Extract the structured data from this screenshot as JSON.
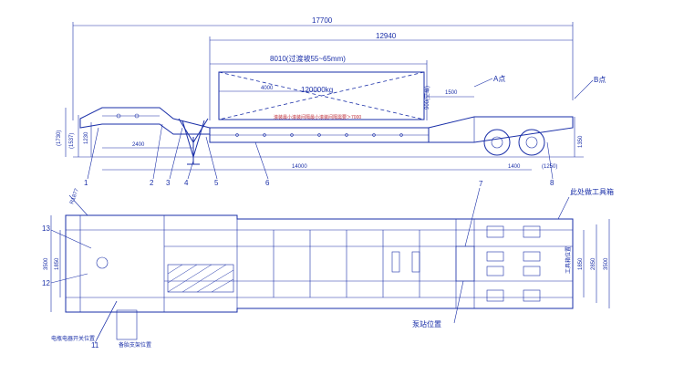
{
  "dimensions": {
    "overall_length": "17700",
    "platform_span": "12940",
    "deck_length": "8010(过渡坡55~65mm)",
    "load_zone": "4000",
    "rated_load": "120000kg",
    "right_offset": "1500",
    "deck_height": "900(空载)",
    "left_height_a": "(1730)",
    "left_height_b": "(1537)",
    "left_height_c": "1230",
    "gooseneck_len": "2400",
    "wheelbase_total": "14000",
    "axle_spacing": "1400",
    "rear_height": "(1250)",
    "rear_clearance": "1350",
    "width_total": "3500",
    "width_inner": "1850",
    "right_width_a": "1850",
    "right_width_b": "2850",
    "right_width_c": "3500",
    "radius": "R1877",
    "left_vertical": "3500"
  },
  "annotations": {
    "point_a": "A点",
    "point_b": "B点",
    "deck_note": "滚装最小滚装间隔最小滚装间隔需要＞7000",
    "tool_box_note": "此处做工具箱",
    "tool_box_label": "工具箱位置",
    "pump_station": "泵站位置",
    "battery_note": "电瓶电器开关位置",
    "hydraulic_note": "备胎支架位置"
  },
  "callouts": [
    "1",
    "2",
    "3",
    "4",
    "5",
    "6",
    "7",
    "8",
    "11",
    "12",
    "13"
  ]
}
